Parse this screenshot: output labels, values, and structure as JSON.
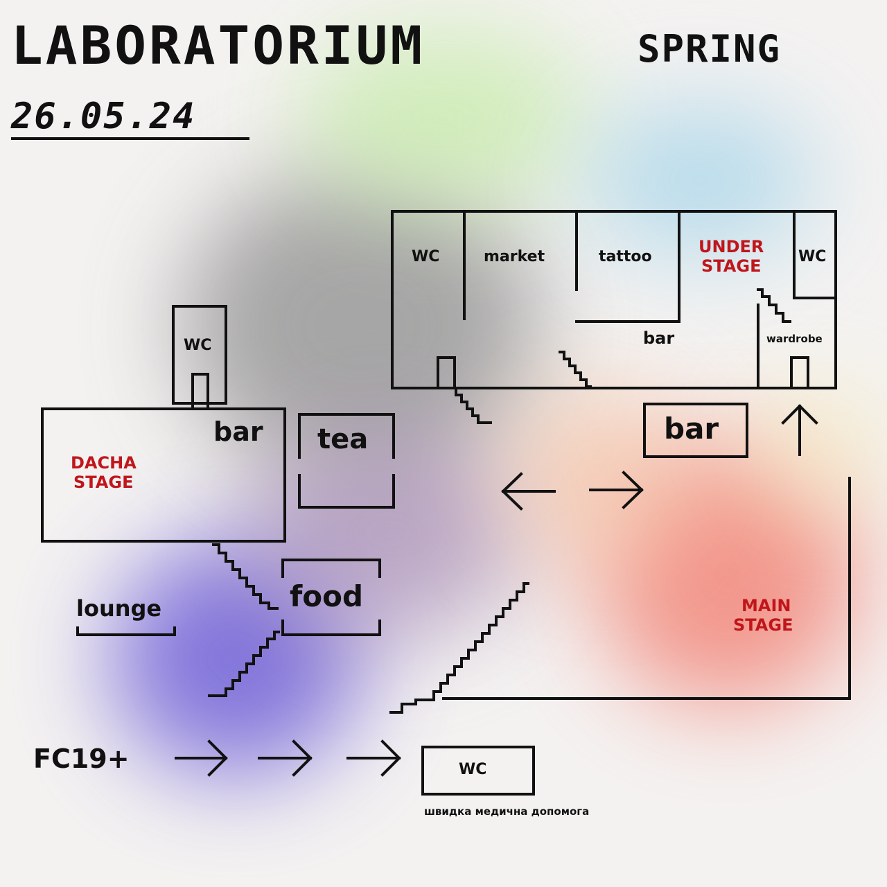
{
  "poster": {
    "title": "LABORATORIUM",
    "subtitle": "SPRING",
    "date": "26.05.24"
  },
  "rooms": {
    "wc_top_left": "WC",
    "market": "market",
    "tattoo": "tattoo",
    "under_stage_1": "UNDER",
    "under_stage_2": "STAGE",
    "wc_top_right": "WC",
    "bar_upper": "bar",
    "wardrobe": "wardrobe",
    "wc_dacha": "WC",
    "bar_dacha": "bar",
    "tea": "tea",
    "dacha_stage_1": "DACHA",
    "dacha_stage_2": "STAGE",
    "bar_main": "bar",
    "food": "food",
    "lounge": "lounge",
    "main_stage_1": "MAIN",
    "main_stage_2": "STAGE",
    "entrance": "FC19+",
    "wc_entrance": "WC",
    "ambulance": "швидка медична допомога"
  },
  "colors": {
    "ink": "#111111",
    "stage_red": "#c0161b",
    "blob_purple": "#6a5cd8",
    "blob_red": "#f08070",
    "blob_green": "#b8e6a0",
    "blob_blue": "#a8d8f0",
    "blob_gray": "#8a8a8a"
  }
}
